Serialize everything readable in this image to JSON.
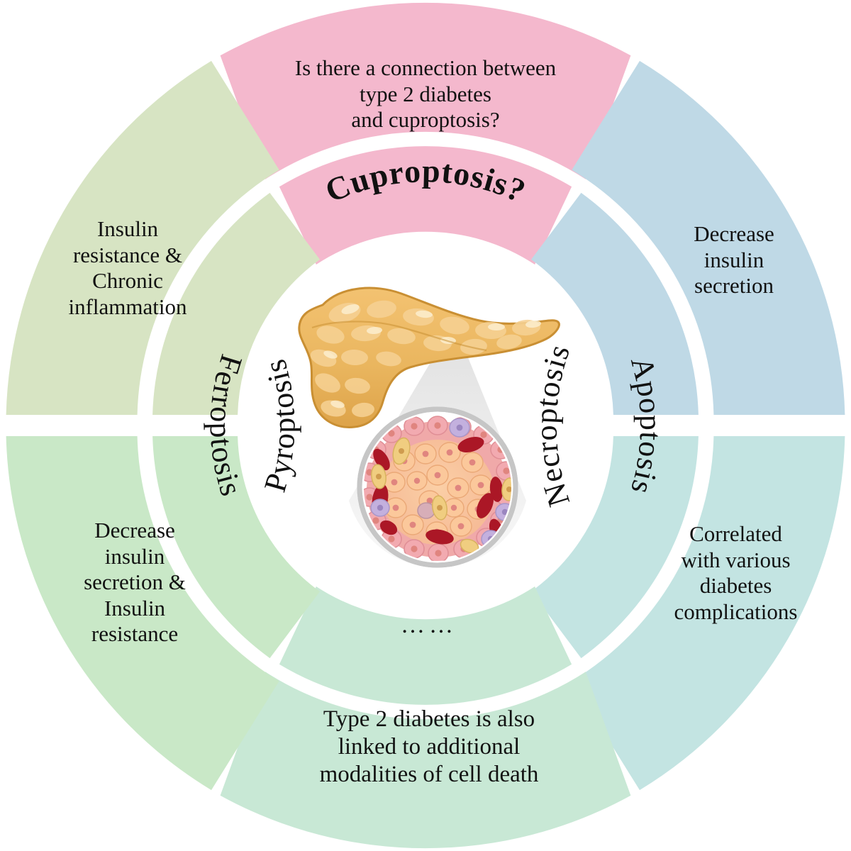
{
  "figure": {
    "type": "concentric-ring-diagram",
    "center_illustration": {
      "organ": "pancreas",
      "inset": "pancreatic-islet-cells",
      "magnifier": "magnification-cone"
    },
    "colors": {
      "pink": "#f4b8cd",
      "light_green": "#d7e4c3",
      "blue": "#bfd9e6",
      "green": "#c9e8c7",
      "teal": "#c3e4e2",
      "mint": "#c8e8d5",
      "text": "#111111",
      "background": "#ffffff"
    }
  },
  "segments": [
    {
      "id": "cuproptosis",
      "inner_label": "Cuproptosis?",
      "outer_text": "Is there a connection between\ntype 2 diabetes\nand cuproptosis?",
      "color": "#f4b8cd",
      "emphasis": "bold"
    },
    {
      "id": "apoptosis",
      "inner_label": "Apoptosis",
      "outer_text": "Decrease\ninsulin\nsecretion",
      "color": "#bfd9e6",
      "emphasis": "normal"
    },
    {
      "id": "necroptosis",
      "inner_label": "Necroptosis",
      "outer_text": "Correlated\nwith various\ndiabetes\ncomplications",
      "color": "#c3e4e2",
      "emphasis": "normal"
    },
    {
      "id": "other-modalities",
      "inner_label": "……",
      "outer_text": "Type 2 diabetes is also\nlinked to additional\nmodalities of cell death",
      "color": "#c8e8d5",
      "emphasis": "normal"
    },
    {
      "id": "ferroptosis",
      "inner_label": "Ferroptosis",
      "outer_text": "Decrease\ninsulin\nsecretion &\nInsulin\nresistance",
      "color": "#c9e8c7",
      "emphasis": "normal"
    },
    {
      "id": "pyroptosis",
      "inner_label": "Pyroptosis",
      "outer_text": "Insulin\nresistance &\nChronic\ninflammation",
      "color": "#d7e4c3",
      "emphasis": "normal"
    }
  ]
}
